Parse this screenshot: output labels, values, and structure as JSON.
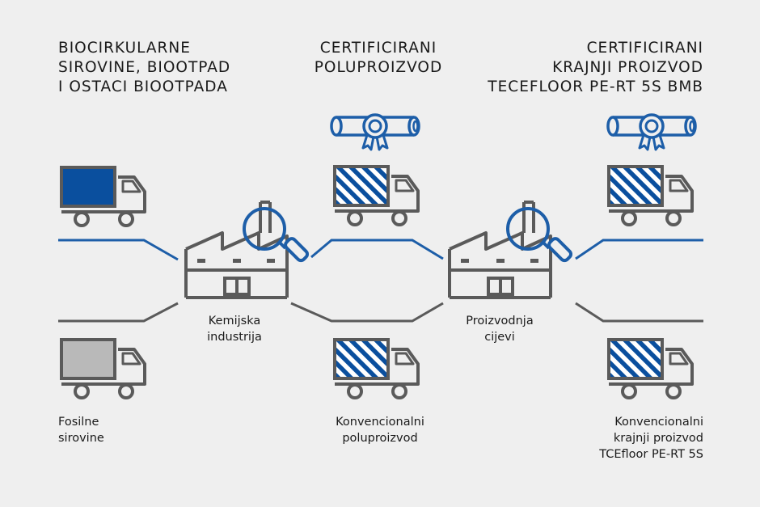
{
  "headings": {
    "biocircular": [
      "BIOCIRKULARNE",
      "SIROVINE, BIOOTPAD",
      "I OSTACI BIOOTPADA"
    ],
    "certified_semi": [
      "CERTIFICIRANI",
      "POLUPROIZVOD"
    ],
    "certified_final": [
      "CERTIFICIRANI",
      "KRAJNJI PROIZVOD",
      "TECEFLOOR PE-RT 5S BMB"
    ]
  },
  "nodes": {
    "chemical_industry": [
      "Kemijska",
      "industrija"
    ],
    "pipe_production": [
      "Proizvodnja",
      "cijevi"
    ]
  },
  "labels": {
    "fossil": [
      "Fosilne",
      "sirovine"
    ],
    "conventional_semi": [
      "Konvencionalni",
      "poluproizvod"
    ],
    "conventional_final": [
      "Konvencionalni",
      "krajnji proizvod",
      "TCEfloor PE-RT 5S"
    ]
  },
  "colors": {
    "brand_blue": "#0a4f9e",
    "line_blue": "#1d5ea8",
    "gray_stroke": "#5a5a5a",
    "gray_fill": "#b9b9b9",
    "background": "#efefef"
  },
  "icons": {
    "truck": "truck-icon",
    "factory": "factory-icon",
    "magnifier": "magnifier-icon",
    "certificate": "certificate-icon"
  }
}
